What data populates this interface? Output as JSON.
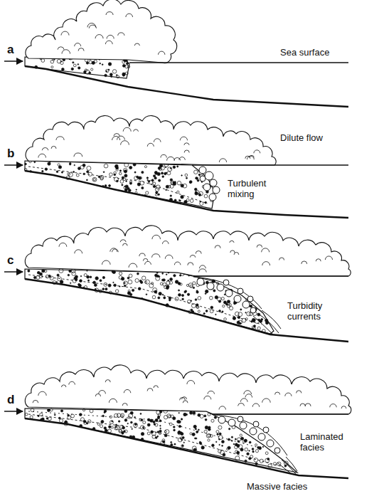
{
  "diagram": {
    "labels": [
      "a",
      "Sea surface",
      "b",
      "Dilute flow",
      "Turbulent mixing",
      "c",
      "Turbidity currents",
      "d",
      "Laminated facies",
      "Massive facies"
    ]
  }
}
